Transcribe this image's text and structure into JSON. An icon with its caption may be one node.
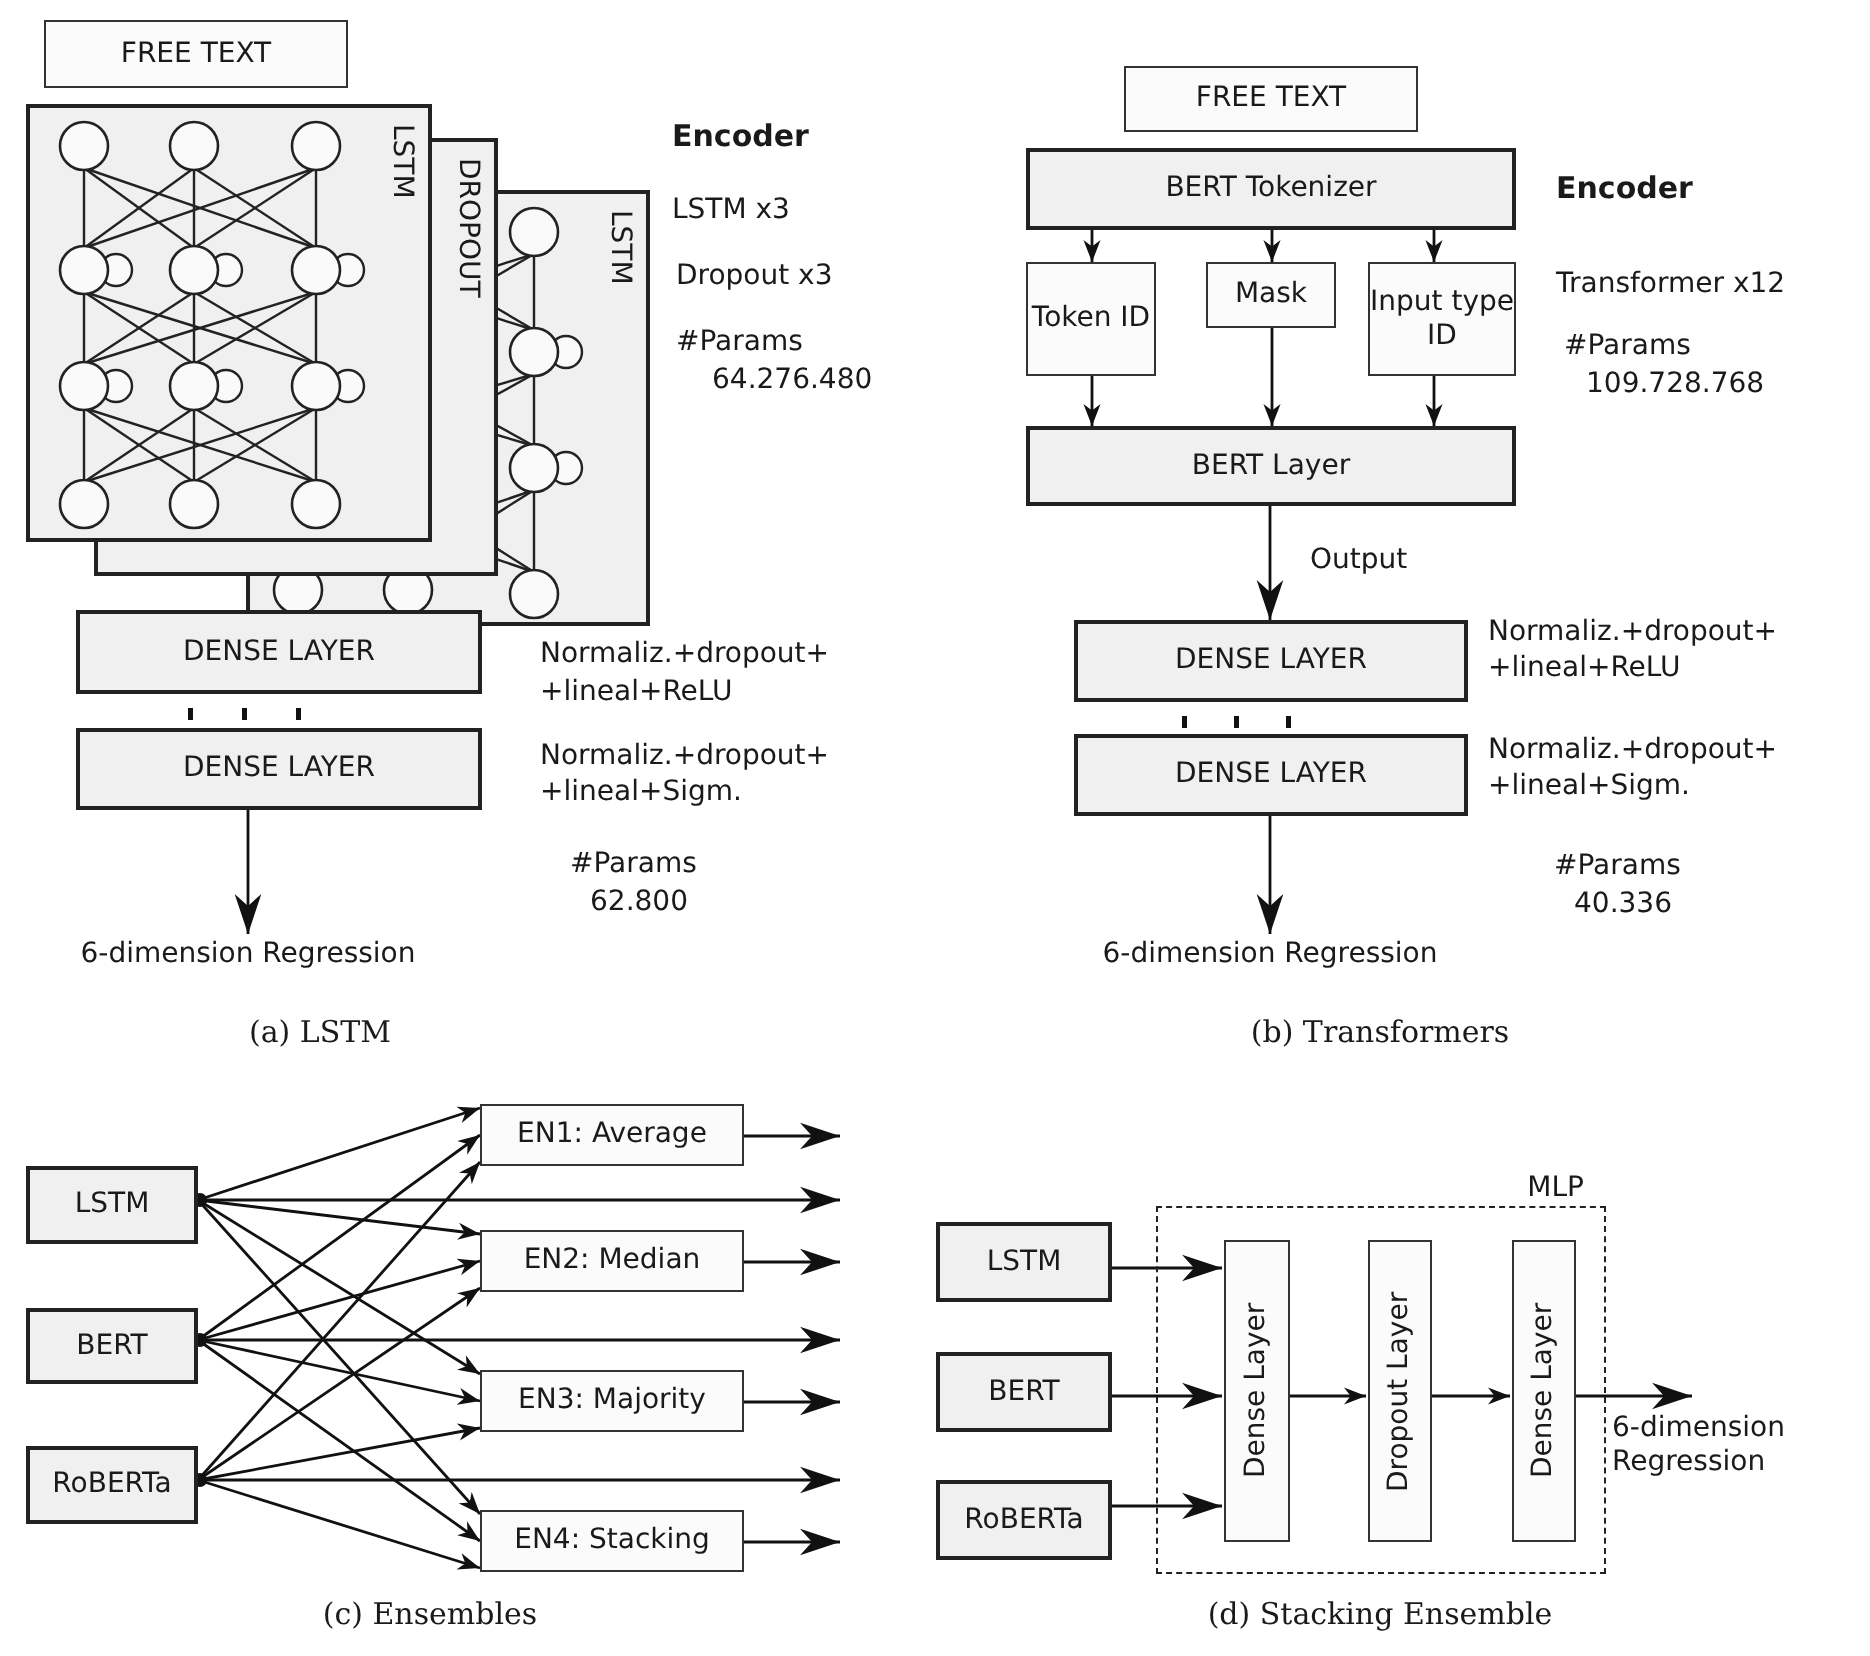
{
  "diagram": {
    "nodes": [
      {
        "text": [
          "FREE TEXT"
        ]
      },
      {
        "text": [
          "LSTM"
        ]
      },
      {
        "text": [
          "DROPOUT"
        ]
      },
      {
        "text": [
          "LSTM"
        ]
      },
      {
        "text": [
          "DENSE LAYER"
        ]
      },
      {
        "text": [
          "DENSE LAYER"
        ],
        "beside": [
          "Normaliz.+dropout+ +lineal+Sigm."
        ]
      },
      {
        "text": [
          "6-dimension Regression"
        ]
      },
      {
        "text": [
          "FREE TEXT"
        ]
      },
      {
        "text": [
          "BERT Tokenizer"
        ]
      },
      {
        "text": [
          "Token ID"
        ]
      },
      {
        "text": [
          "Mask"
        ]
      },
      {
        "text": [
          "Input type ID"
        ]
      },
      {
        "text": [
          "BERT Layer"
        ]
      },
      {
        "text": [
          "DENSE LAYER"
        ],
        "beside": [
          "Normaliz.+dropout+ +lineal+ReLU"
        ]
      },
      {
        "text": [
          "DENSE LAYER"
        ],
        "beside": [
          "Normaliz.+dropout+ +lineal+Sigm."
        ]
      },
      {
        "text": [
          "6-dimension Regression"
        ]
      },
      {
        "text": [
          "LSTM"
        ]
      },
      {
        "text": [
          "BERT"
        ]
      },
      {
        "text": [
          "RoBERTa"
        ]
      },
      {
        "text": [
          "EN1: Average"
        ]
      },
      {
        "text": [
          "EN2: Median"
        ]
      },
      {
        "text": [
          "EN3: Majority"
        ]
      },
      {
        "text": [
          "EN4: Stacking"
        ]
      },
      {
        "text": [
          "LSTM"
        ]
      },
      {
        "text": [
          "BERT"
        ]
      },
      {
        "text": [
          "RoBERTa"
        ]
      },
      {
        "text": [
          "MLP"
        ]
      },
      {
        "text": [
          "Dense Layer"
        ],
        "in": 26
      },
      {
        "text": [
          "Dropout Layer"
        ],
        "in": 26
      },
      {
        "text": [
          "Dense Layer"
        ],
        "in": 26
      },
      {
        "text": [
          "6-dimension Regression"
        ]
      }
    ],
    "edges": [
      {
        "from": 5,
        "to": 6,
        "arrow": "to"
      },
      {
        "from": 8,
        "to": 9,
        "arrow": "to"
      },
      {
        "from": 8,
        "to": 10,
        "arrow": "to"
      },
      {
        "from": 8,
        "to": 11,
        "arrow": "to"
      },
      {
        "from": 9,
        "to": 12,
        "arrow": "to"
      },
      {
        "from": 10,
        "to": 12,
        "arrow": "to"
      },
      {
        "from": 11,
        "to": 12,
        "arrow": "to"
      },
      {
        "from": 12,
        "to": 13,
        "arrow": "to",
        "label": "Output"
      },
      {
        "from": 14,
        "to": 15,
        "arrow": "to"
      },
      {
        "from": 16,
        "to": 19,
        "arrow": "to"
      },
      {
        "from": 16,
        "to": 20,
        "arrow": "to"
      },
      {
        "from": 16,
        "to": 21,
        "arrow": "to"
      },
      {
        "from": 16,
        "to": 22,
        "arrow": "to"
      },
      {
        "from": 16,
        "to": null,
        "arrow": "to"
      },
      {
        "from": 17,
        "to": 19,
        "arrow": "to"
      },
      {
        "from": 17,
        "to": 20,
        "arrow": "to"
      },
      {
        "from": 17,
        "to": 21,
        "arrow": "to"
      },
      {
        "from": 17,
        "to": 22,
        "arrow": "to"
      },
      {
        "from": 17,
        "to": null,
        "arrow": "to"
      },
      {
        "from": 18,
        "to": 19,
        "arrow": "to"
      },
      {
        "from": 18,
        "to": 20,
        "arrow": "to"
      },
      {
        "from": 18,
        "to": 21,
        "arrow": "to"
      },
      {
        "from": 18,
        "to": 22,
        "arrow": "to"
      },
      {
        "from": 18,
        "to": null,
        "arrow": "to"
      },
      {
        "from": 19,
        "to": null,
        "arrow": "to"
      },
      {
        "from": 20,
        "to": null,
        "arrow": "to"
      },
      {
        "from": 21,
        "to": null,
        "arrow": "to"
      },
      {
        "from": 22,
        "to": null,
        "arrow": "to"
      },
      {
        "from": 23,
        "to": 27,
        "arrow": "to"
      },
      {
        "from": 24,
        "to": 27,
        "arrow": "to"
      },
      {
        "from": 25,
        "to": 27,
        "arrow": "to"
      },
      {
        "from": 27,
        "to": 28,
        "arrow": "to"
      },
      {
        "from": 28,
        "to": 29,
        "arrow": "to"
      },
      {
        "from": 29,
        "to": 30,
        "arrow": "to"
      }
    ],
    "labels": [
      "Encoder",
      "LSTM x3",
      "Dropout x3",
      "#Params 64.276.480",
      "Normaliz.+dropout+ +lineal+ReLU",
      "#Params 62.800",
      "(a) LSTM",
      "Encoder",
      "Transformer x12",
      "#Params 109.728.768",
      "#Params 40.336",
      "(b) Transformers",
      "(c) Ensembles",
      "(d) Stacking Ensemble"
    ]
  }
}
